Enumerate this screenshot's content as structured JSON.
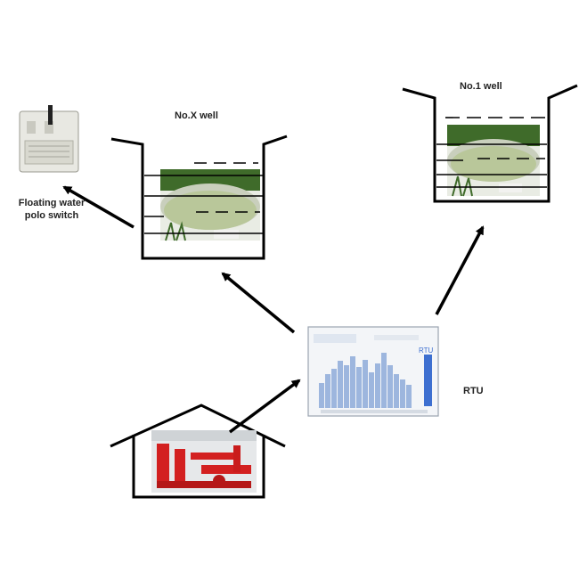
{
  "labels": {
    "no_x_well": "No.X well",
    "no_1_well": "No.1 well",
    "rtu": "RTU",
    "floating_switch_line1": "Floating water",
    "floating_switch_line2": "polo switch"
  },
  "rtu_device": {
    "badge": "RTU"
  },
  "colors": {
    "stroke": "#000000",
    "pump_red": "#d32020",
    "pool_water": "#b9c79a",
    "grass": "#3f6b2a",
    "rtu_bar": "#3d6fd0"
  }
}
